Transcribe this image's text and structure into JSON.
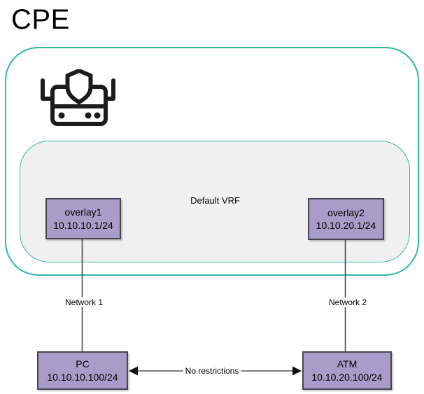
{
  "title": "CPE",
  "colors": {
    "container_border": "#2fb8a6",
    "vrf_fill": "#f0f0f0",
    "node_fill": "#a89cc8",
    "node_border": "#45454d",
    "connector_line": "#3b3b3b",
    "arrow_line": "#7f7f7f",
    "icon_stroke": "#1c1c1c"
  },
  "cpe": {
    "icon": "shield-router",
    "vrf": {
      "label": "Default VRF",
      "interfaces": [
        {
          "name": "overlay1",
          "ip": "10.10.10.1/24"
        },
        {
          "name": "overlay2",
          "ip": "10.10.20.1/24"
        }
      ]
    }
  },
  "connections": {
    "network1_label": "Network 1",
    "network2_label": "Network 2",
    "pc_atm_label": "No restrictions"
  },
  "endpoints": [
    {
      "name": "PC",
      "ip": "10.10.10.100/24"
    },
    {
      "name": "ATM",
      "ip": "10.10.20.100/24"
    }
  ]
}
